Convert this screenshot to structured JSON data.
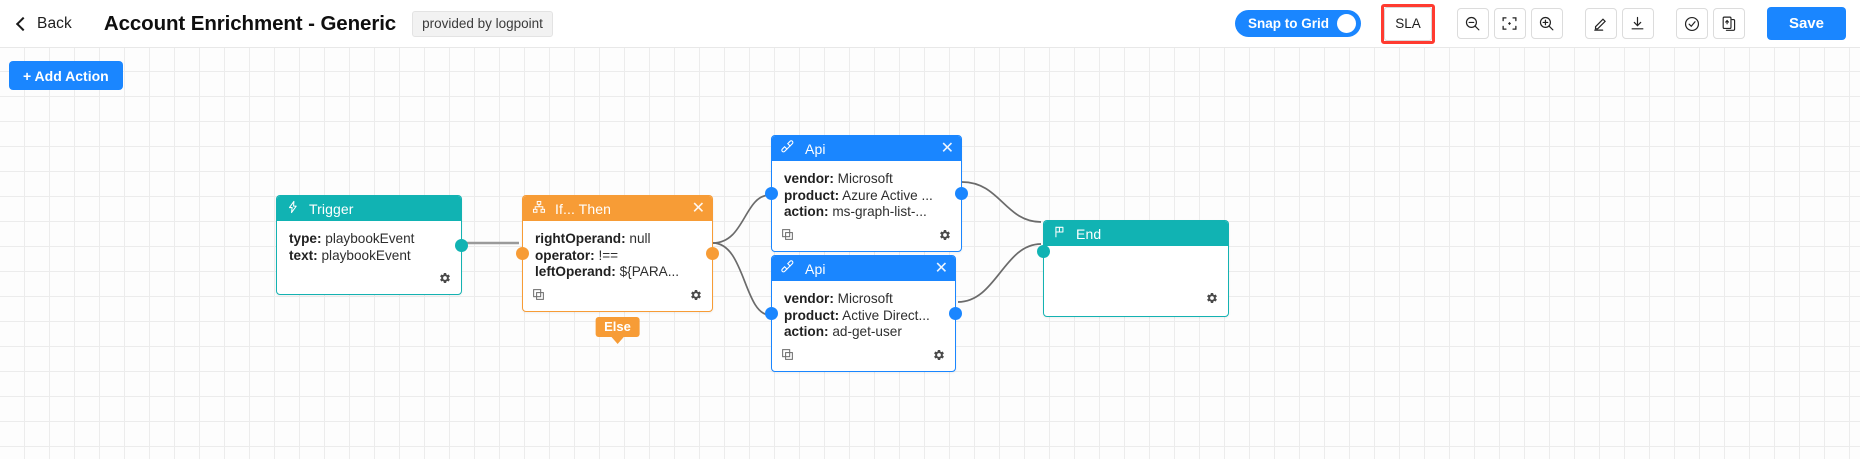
{
  "header": {
    "back_label": "Back",
    "back_icon": "chevron-left-icon",
    "title": "Account Enrichment - Generic",
    "provided_badge": "provided by logpoint",
    "snap_to_grid_label": "Snap to Grid",
    "snap_to_grid_on": true,
    "sla_label": "SLA",
    "sla_highlight_color": "#ff3b30",
    "accent_color": "#1a86ff",
    "zoom_out_icon": "zoom-out-icon",
    "fit_screen_icon": "fit-to-screen-icon",
    "zoom_in_icon": "zoom-in-icon",
    "edit_icon": "pencil-edit-icon",
    "download_icon": "download-icon",
    "validate_icon": "check-circle-icon",
    "duplicate_icon": "clipboard-copy-icon",
    "save_label": "Save"
  },
  "canvas": {
    "add_action_label": "+ Add Action",
    "grid_size": 25,
    "else_label": "Else"
  },
  "nodes": [
    {
      "id": "trigger",
      "type": "Trigger",
      "title": "Trigger",
      "icon": "lightning-bolt-icon",
      "color": "#11b3b3",
      "close_icon": "",
      "rows": [
        {
          "key": "type:",
          "value": "playbookEvent"
        },
        {
          "key": "text:",
          "value": "playbookEvent"
        }
      ],
      "gear_icon": "gear-icon",
      "copy_icon": ""
    },
    {
      "id": "if-then",
      "type": "If... Then",
      "title": "If... Then",
      "icon": "branch-hierarchy-icon",
      "color": "#f79c36",
      "close_icon": "close-icon",
      "rows": [
        {
          "key": "rightOperand:",
          "value": "null"
        },
        {
          "key": "operator:",
          "value": "!=="
        },
        {
          "key": "leftOperand:",
          "value": "${PARA..."
        }
      ],
      "gear_icon": "gear-icon",
      "copy_icon": "copy-icon"
    },
    {
      "id": "api-aad",
      "type": "Api",
      "title": "Api",
      "icon": "plug-connector-icon",
      "color": "#1a86ff",
      "close_icon": "close-icon",
      "rows": [
        {
          "key": "vendor:",
          "value": "Microsoft"
        },
        {
          "key": "product:",
          "value": "Azure Active ..."
        },
        {
          "key": "action:",
          "value": "ms-graph-list-..."
        }
      ],
      "gear_icon": "gear-icon",
      "copy_icon": "copy-icon"
    },
    {
      "id": "api-ad",
      "type": "Api",
      "title": "Api",
      "icon": "plug-connector-icon",
      "color": "#1a86ff",
      "close_icon": "close-icon",
      "rows": [
        {
          "key": "vendor:",
          "value": "Microsoft"
        },
        {
          "key": "product:",
          "value": "Active Direct..."
        },
        {
          "key": "action:",
          "value": "ad-get-user"
        }
      ],
      "gear_icon": "gear-icon",
      "copy_icon": "copy-icon"
    },
    {
      "id": "end",
      "type": "End",
      "title": "End",
      "icon": "flag-finish-icon",
      "color": "#11b3b3",
      "close_icon": "",
      "rows": [],
      "gear_icon": "gear-icon",
      "copy_icon": ""
    }
  ]
}
